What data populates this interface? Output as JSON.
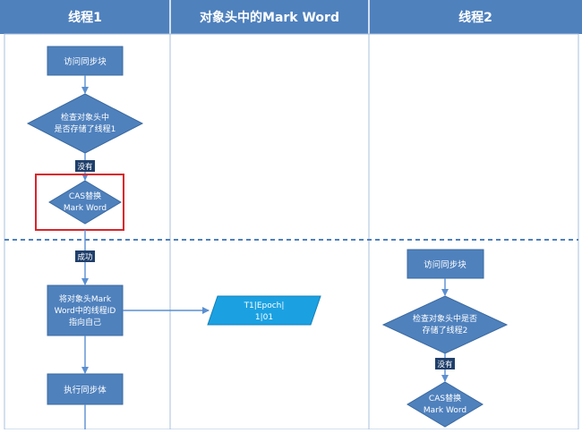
{
  "lanes": [
    {
      "title": "线程1"
    },
    {
      "title": "对象头中的Mark Word"
    },
    {
      "title": "线程2"
    }
  ],
  "thread1": {
    "access_sync": "访问同步块",
    "check_lines": [
      "检查对象头中",
      "是否存储了线程1"
    ],
    "no_label": "没有",
    "cas_lines": [
      "CAS替换",
      "Mark Word"
    ],
    "success_label": "成功",
    "set_id_lines": [
      "将对象头Mark",
      "Word中的线程ID",
      "指向自己"
    ],
    "exec_sync": "执行同步体"
  },
  "markword": {
    "lines": [
      "T1|Epoch|",
      "1|01"
    ]
  },
  "thread2": {
    "access_sync": "访问同步块",
    "check_lines": [
      "检查对象头中是否",
      "存储了线程2"
    ],
    "no_label": "没有",
    "cas_lines": [
      "CAS替换",
      "Mark Word"
    ]
  },
  "colors": {
    "header": "#4f81bd",
    "node": "#4f81bd",
    "node_stroke": "#3b6aa0",
    "markword": "#1ba1e2",
    "arrow": "#5b8fd1",
    "highlight": "#d9252a",
    "lane_border": "#a9c0dd"
  }
}
